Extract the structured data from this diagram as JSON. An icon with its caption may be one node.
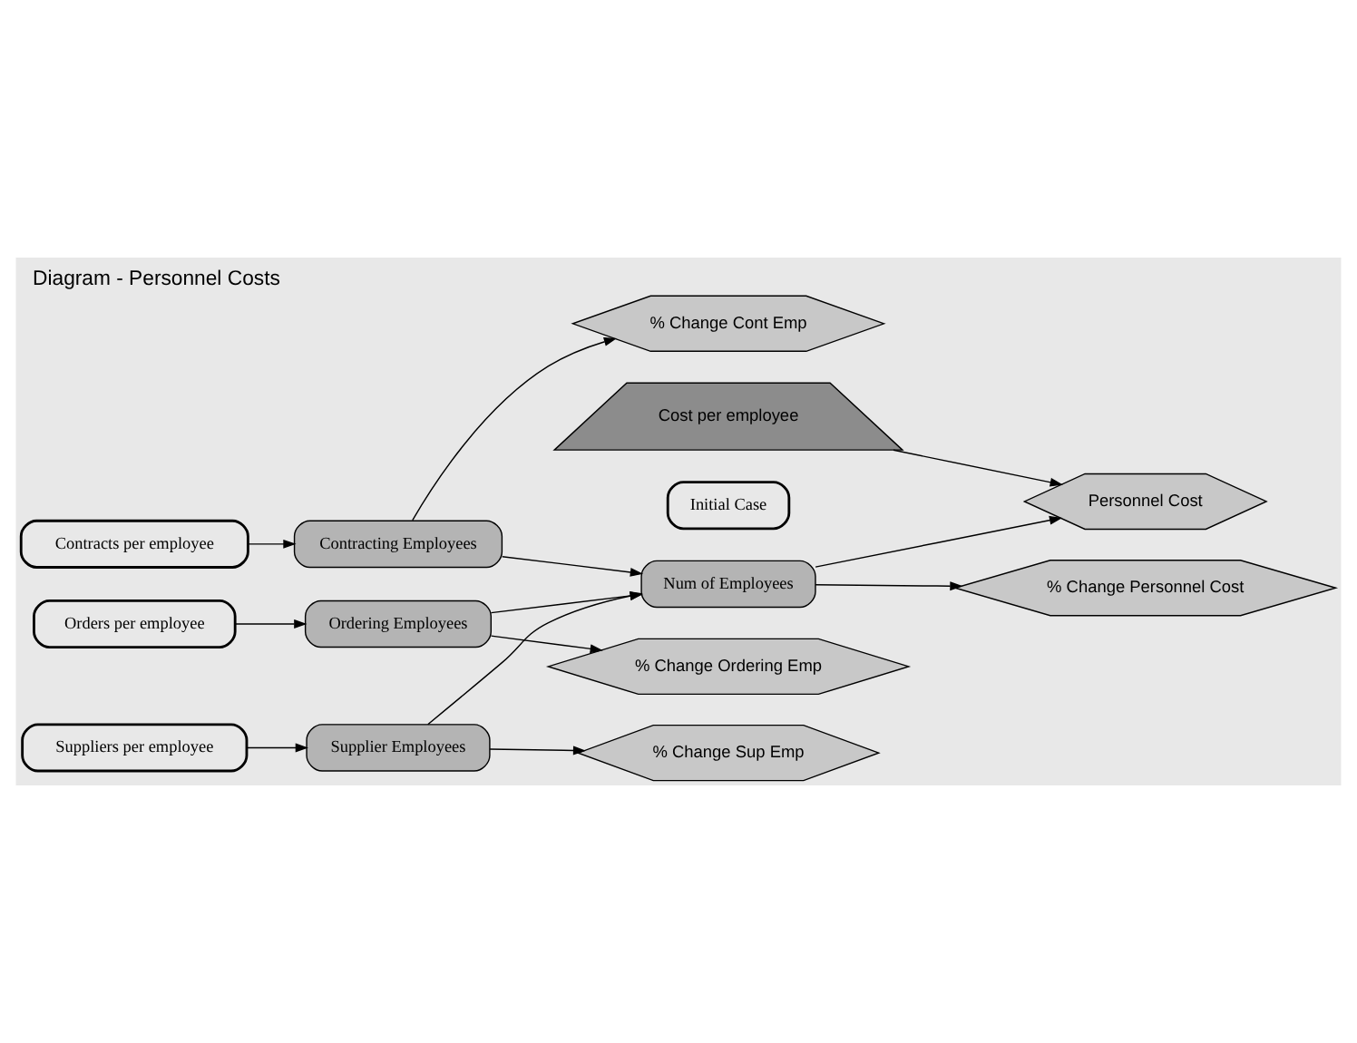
{
  "diagram": {
    "title": "Diagram - Personnel Costs",
    "nodes": [
      {
        "text": [
          "Contracts per employee"
        ]
      },
      {
        "text": [
          "Contracting Employees"
        ]
      },
      {
        "text": [
          "Cost per employee"
        ]
      },
      {
        "text": [
          "% Change Cont Emp"
        ]
      },
      {
        "text": [
          "Orders per employee"
        ]
      },
      {
        "text": [
          "Ordering Employees"
        ]
      },
      {
        "text": [
          "Num of Employees"
        ]
      },
      {
        "text": [
          "Personnel Cost"
        ]
      },
      {
        "text": [
          "% Change Ordering Emp"
        ]
      },
      {
        "text": [
          "% Change Personnel Cost"
        ]
      },
      {
        "text": [
          "Suppliers per employee"
        ]
      },
      {
        "text": [
          "Supplier Employees"
        ]
      },
      {
        "text": [
          "% Change Sup Emp"
        ]
      },
      {
        "text": [
          "Initial Case"
        ]
      }
    ],
    "edges": [
      {
        "from": 0,
        "to": 1,
        "arrow": "to"
      },
      {
        "from": 1,
        "to": 3,
        "arrow": "to"
      },
      {
        "from": 1,
        "to": 6,
        "arrow": "to"
      },
      {
        "from": 4,
        "to": 5,
        "arrow": "to"
      },
      {
        "from": 5,
        "to": 6,
        "arrow": "to"
      },
      {
        "from": 5,
        "to": 8,
        "arrow": "to"
      },
      {
        "from": 2,
        "to": 7,
        "arrow": "to"
      },
      {
        "from": 6,
        "to": 7,
        "arrow": "to"
      },
      {
        "from": 6,
        "to": 9,
        "arrow": "to"
      },
      {
        "from": 10,
        "to": 11,
        "arrow": "to"
      },
      {
        "from": 11,
        "to": 6,
        "arrow": "to"
      },
      {
        "from": 11,
        "to": 12,
        "arrow": "to"
      }
    ]
  }
}
